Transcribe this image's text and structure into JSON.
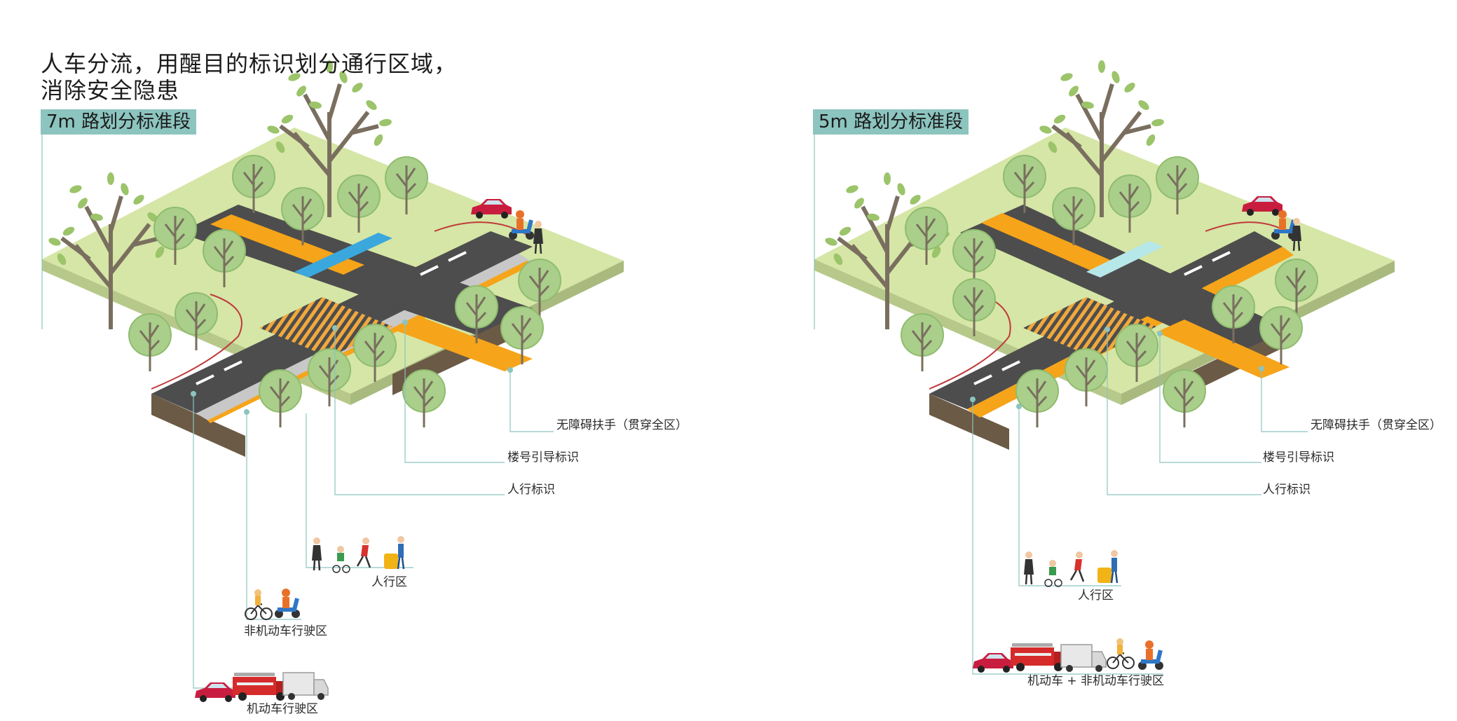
{
  "headline": [
    "人车分流，用醒目的标识划分通行区域，",
    "消除安全隐患"
  ],
  "panels": [
    {
      "badge": "7m 路划分标准段",
      "callouts": {
        "handrail": "无障碍扶手（贯穿全区）",
        "building": "楼号引导标识",
        "pedestrian_sign": "人行标识",
        "pedestrian_zone": "人行区",
        "non_motor_zone": "非机动车行驶区",
        "motor_zone": "机动车行驶区"
      }
    },
    {
      "badge": "5m 路划分标准段",
      "callouts": {
        "handrail": "无障碍扶手（贯穿全区）",
        "building": "楼号引导标识",
        "pedestrian_sign": "人行标识",
        "pedestrian_zone": "人行区",
        "mixed_zone": "机动车 + 非机动车行驶区"
      }
    }
  ],
  "colors": {
    "grass": "#d5e6a6",
    "grass_side": "#b7c98a",
    "road": "#4d4d4d",
    "orange_lane": "#f6a419",
    "grey_lane": "#c8c8c8",
    "crossing_blue": "#3aa8dc",
    "curb_red": "#c0393b",
    "tree_canopy": "#a9cf8a",
    "trunk": "#7a6f5f",
    "leader": "#8cc4bf",
    "badge_bg": "#8cc4bf"
  },
  "icons": [
    "tree-icon",
    "car-icon",
    "fire-truck-icon",
    "van-icon",
    "scooter-icon",
    "bicycle-icon",
    "pedestrian-icon",
    "child-icon",
    "runner-icon",
    "suitcase-traveler-icon",
    "parent-child-icon"
  ]
}
